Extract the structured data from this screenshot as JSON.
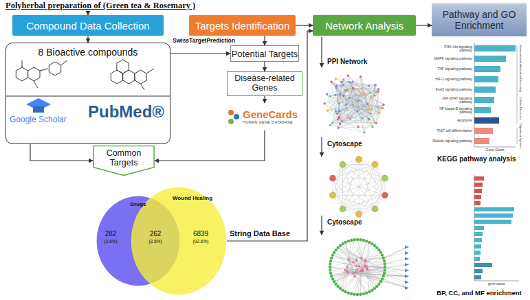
{
  "diagram": {
    "title": "Polyherbal preparation of (Green tea & Rosemary )",
    "nodes": [
      {
        "text": [
          "Compound Data Collection"
        ]
      },
      {
        "text": [
          "Targets Identification"
        ]
      },
      {
        "text": [
          "Network Analysis"
        ]
      },
      {
        "text": [
          "Pathway and GO Enrichment"
        ]
      },
      {
        "text": [
          "8 Bioactive compounds"
        ]
      },
      {
        "text": [
          "Potential Targets"
        ]
      },
      {
        "text": [
          "Disease-related Genes"
        ]
      },
      {
        "text": [
          "Common Targets"
        ]
      },
      {
        "text": [
          "GeneCards",
          "HUMAN GENE DATABASE"
        ]
      },
      {
        "text": [
          "Drugs"
        ]
      },
      {
        "text": [
          "Wound Healing"
        ]
      }
    ],
    "edges": [
      {
        "from": 0,
        "to": 4,
        "arrow": "to"
      },
      {
        "from": 4,
        "to": 5,
        "label": "SwissTargetPrediction",
        "arrow": "to"
      },
      {
        "from": 1,
        "to": 5,
        "arrow": "to"
      },
      {
        "from": 5,
        "to": 6,
        "arrow": "to"
      },
      {
        "from": 6,
        "to": 8,
        "arrow": "to"
      },
      {
        "from": 8,
        "to": 7,
        "arrow": "to"
      },
      {
        "from": 4,
        "to": 7,
        "arrow": "to"
      },
      {
        "from": 1,
        "to": 2,
        "arrow": "to"
      },
      {
        "from": 10,
        "to": 2,
        "label": "String Data Base",
        "arrow": "to"
      },
      {
        "from": 2,
        "to": 3,
        "arrow": "to"
      }
    ],
    "labels": [
      "Google Scholar",
      "PubMed®",
      "282",
      "(3.8%)",
      "262",
      "(3.5%)",
      "6839",
      "(92.6%)",
      "PPI Network",
      "Cytoscape",
      "Cytoscape",
      "PI3K-Akt signaling pathway",
      "MAPK signaling pathway",
      "TNF signaling pathway",
      "HIF-1 signaling pathway",
      "FoxO signaling pathway",
      "JAK-STAT signaling pathway",
      "NF-kappa B signaling pathway",
      "Apoptosis",
      "Th17 cell differentiation",
      "Relaxin signaling pathway",
      "Environmental Information Processing",
      "Cellular Processes",
      "Organismal Systems",
      "Gene Count",
      "KEGG pathway analysis",
      "gene count",
      "BP, CC, and MF enrichment"
    ]
  }
}
